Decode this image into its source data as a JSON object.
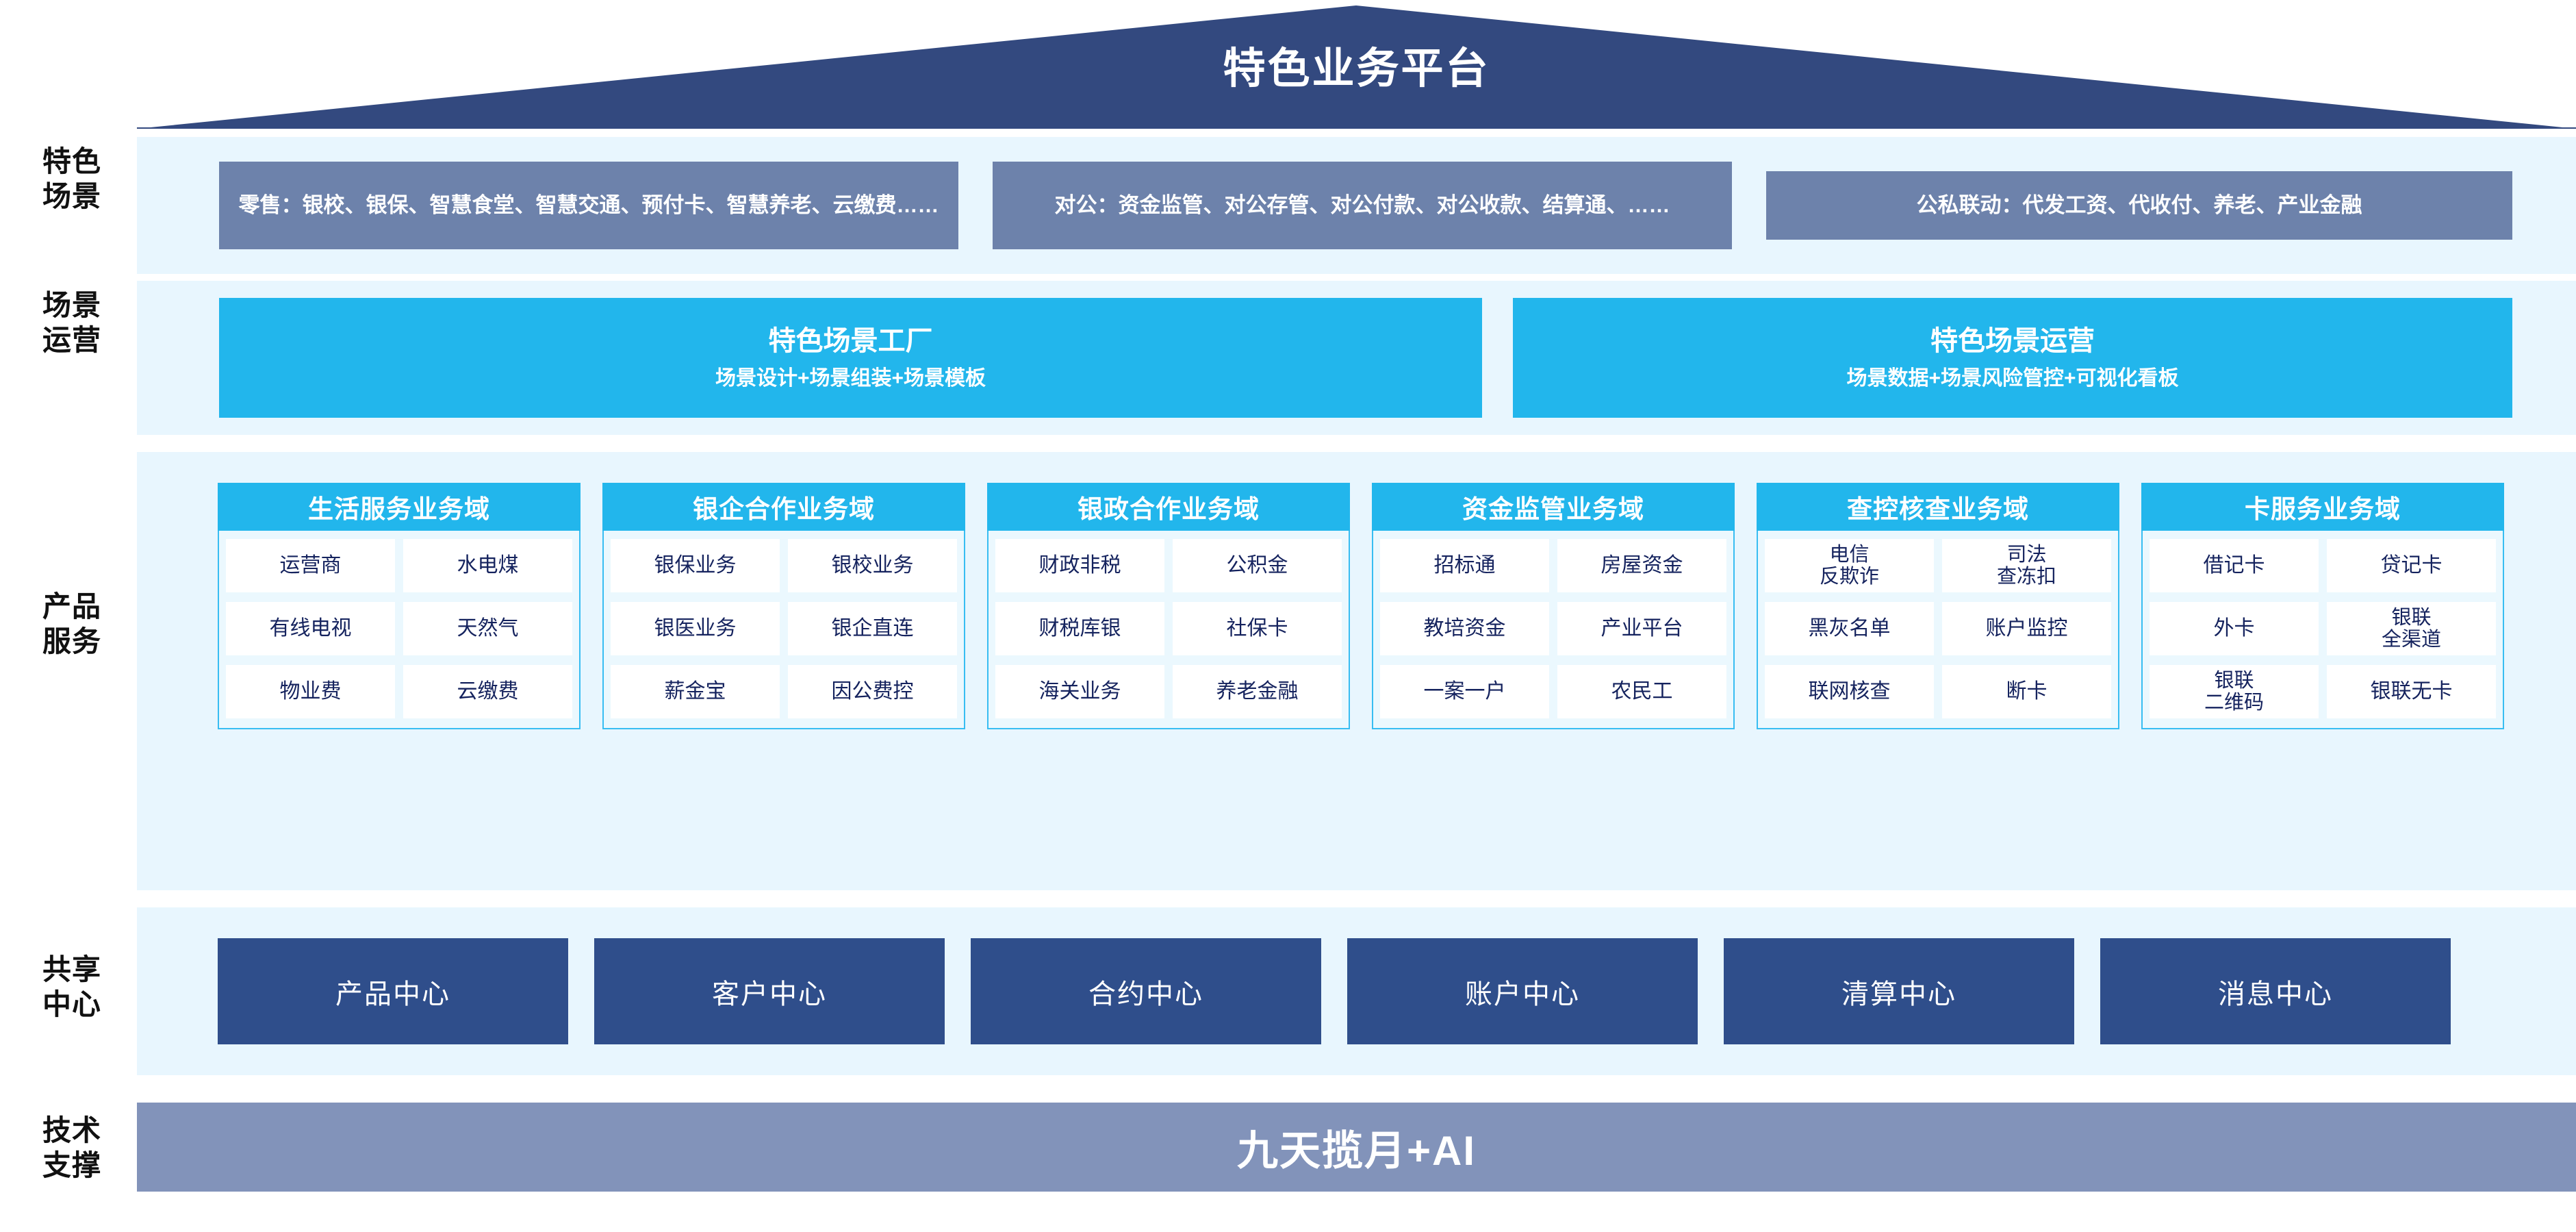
{
  "header": {
    "title": "特色业务平台",
    "roof_color": "#33497f"
  },
  "rows": {
    "scenarios": {
      "label": "特色\n场景",
      "label_line1": "特色",
      "label_line2": "场景",
      "box_color": "#6d82ab",
      "items": [
        {
          "text": "零售：银校、银保、智慧食堂、智慧交通、预付卡、智慧养老、云缴费……"
        },
        {
          "text": "对公：资金监管、对公存管、对公付款、对公收款、结算通、……"
        },
        {
          "text": "公私联动：代发工资、代收付、养老、产业金融"
        }
      ]
    },
    "operations": {
      "label_line1": "场景",
      "label_line2": "运营",
      "box_color": "#22b6ec",
      "items": [
        {
          "title": "特色场景工厂",
          "subtitle": "场景设计+场景组装+场景模板"
        },
        {
          "title": "特色场景运营",
          "subtitle": "场景数据+场景风险管控+可视化看板"
        }
      ]
    },
    "product_services": {
      "label_line1": "产品",
      "label_line2": "服务",
      "head_color": "#22b6ec",
      "domains": [
        {
          "title": "生活服务业务域",
          "items": [
            "运营商",
            "水电煤",
            "有线电视",
            "天然气",
            "物业费",
            "云缴费"
          ]
        },
        {
          "title": "银企合作业务域",
          "items": [
            "银保业务",
            "银校业务",
            "银医业务",
            "银企直连",
            "薪金宝",
            "因公费控"
          ]
        },
        {
          "title": "银政合作业务域",
          "items": [
            "财政非税",
            "公积金",
            "财税库银",
            "社保卡",
            "海关业务",
            "养老金融"
          ]
        },
        {
          "title": "资金监管业务域",
          "items": [
            "招标通",
            "房屋资金",
            "教培资金",
            "产业平台",
            "一案一户",
            "农民工"
          ]
        },
        {
          "title": "查控核查业务域",
          "items": [
            "电信\n反欺诈",
            "司法\n查冻扣",
            "黑灰名单",
            "账户监控",
            "联网核查",
            "断卡"
          ]
        },
        {
          "title": "卡服务业务域",
          "items": [
            "借记卡",
            "贷记卡",
            "外卡",
            "银联\n全渠道",
            "银联\n二维码",
            "银联无卡"
          ]
        }
      ]
    },
    "shared_centers": {
      "label_line1": "共享",
      "label_line2": "中心",
      "box_color": "#2f4e8b",
      "items": [
        "产品中心",
        "客户中心",
        "合约中心",
        "账户中心",
        "清算中心",
        "消息中心"
      ]
    },
    "tech_support": {
      "label_line1": "技术",
      "label_line2": "支撑",
      "bar_color": "#8293ba",
      "text": "九天揽月+AI"
    }
  }
}
